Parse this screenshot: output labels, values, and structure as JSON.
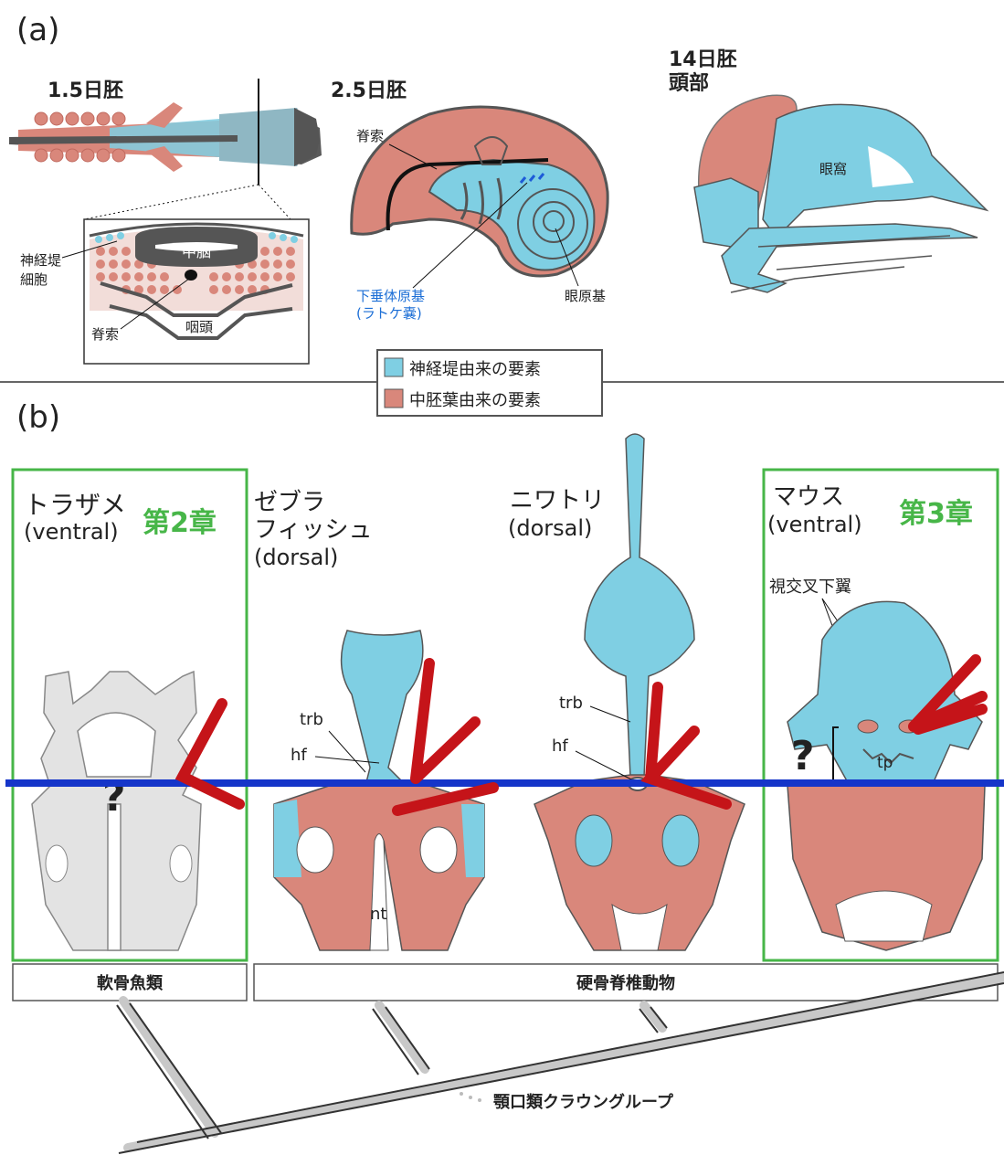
{
  "panel_a": {
    "label": "(a)",
    "stage1": "1.5日胚",
    "stage2": "2.5日胚",
    "stage3_line1": "14日胚",
    "stage3_line2": "頭部",
    "inset": {
      "midbrain": "中脳",
      "neural_crest_1": "神経堤",
      "neural_crest_2": "細胞",
      "notochord": "脊索",
      "pharynx": "咽頭"
    },
    "embryo25": {
      "notochord": "脊索",
      "hypophysis_1": "下垂体原基",
      "hypophysis_2": "(ラトケ嚢)",
      "optic": "眼原基"
    },
    "skull14": {
      "orbit": "眼窩"
    }
  },
  "legend": {
    "neural_crest": "神経堤由来の要素",
    "mesoderm": "中胚葉由来の要素"
  },
  "panel_b": {
    "label": "(b)",
    "shark": {
      "name": "トラザメ",
      "view": "(ventral)",
      "chapter": "第2章",
      "question": "?"
    },
    "zebrafish": {
      "name1": "ゼブラ",
      "name2": "フィッシュ",
      "view": "(dorsal)",
      "trb": "trb",
      "hf": "hf",
      "nt": "nt"
    },
    "chicken": {
      "name": "ニワトリ",
      "view": "(dorsal)",
      "trb": "trb",
      "hf": "hf"
    },
    "mouse": {
      "name": "マウス",
      "view": "(ventral)",
      "chapter": "第3章",
      "wing": "視交叉下翼",
      "tp": "tp",
      "question": "?"
    },
    "group_chondrichthyes": "軟骨魚類",
    "group_osteichthyes": "硬骨脊椎動物",
    "crown_group": "顎口類クラウングループ"
  },
  "colors": {
    "neural_crest": "#7fcfe3",
    "mesoderm": "#d9877b",
    "green_box": "#47b648",
    "red_arrow": "#c51419",
    "blue_line": "#1535c9",
    "gray_bone": "#e3e3e3"
  }
}
